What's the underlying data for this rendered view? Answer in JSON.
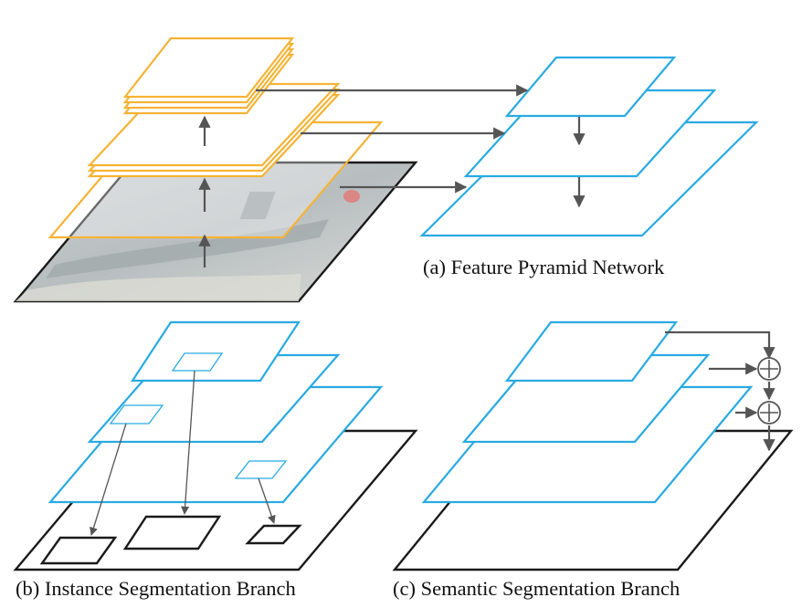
{
  "captions": {
    "a": "(a) Feature Pyramid Network",
    "b": "(b) Instance Segmentation Branch",
    "c": "(c) Semantic Segmentation Branch"
  },
  "colors": {
    "backbone": "#f5b335",
    "fpn": "#29aae2",
    "output": "#1a1a1a",
    "arrow": "#555555"
  },
  "icons": [
    "plus-circle-icon",
    "arrow-icon"
  ]
}
